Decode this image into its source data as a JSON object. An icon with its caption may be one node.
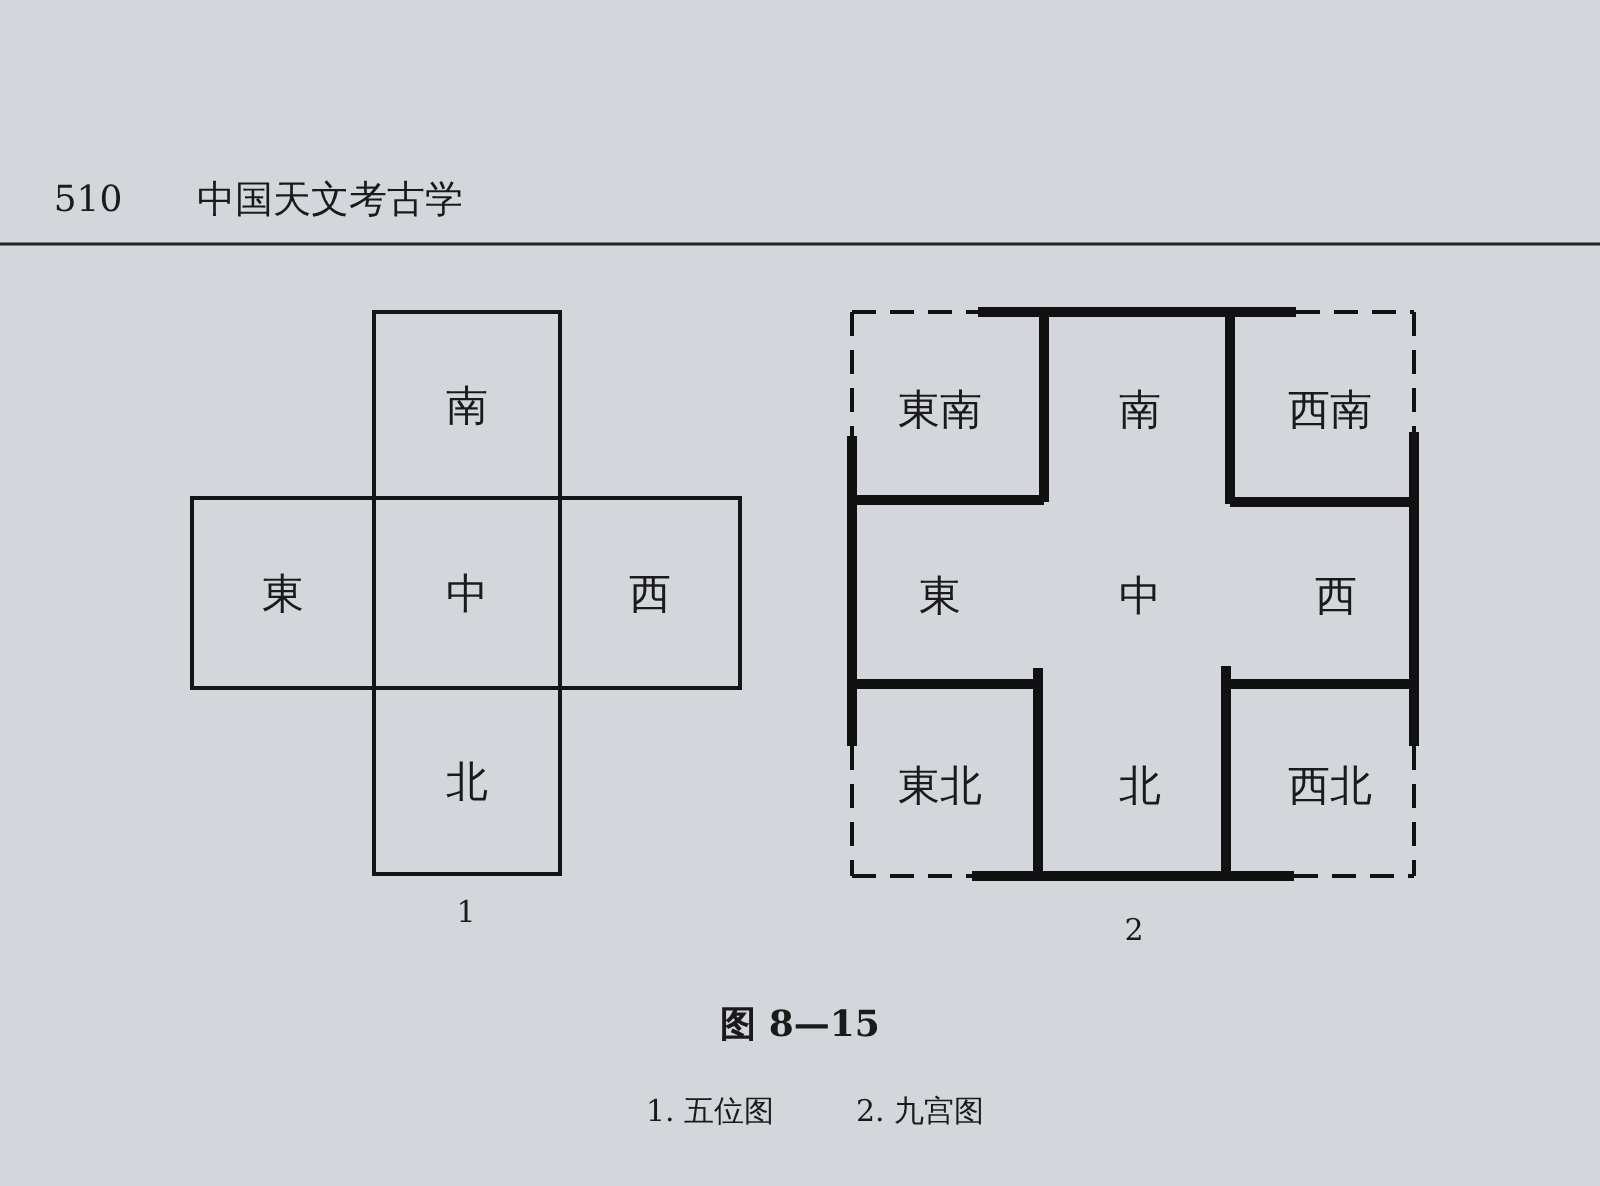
{
  "diagram": {
    "caption": "图 8—15",
    "nodes": [
      {
        "text": [
          "南"
        ]
      },
      {
        "text": [
          "東"
        ]
      },
      {
        "text": [
          "中"
        ]
      },
      {
        "text": [
          "西"
        ]
      },
      {
        "text": [
          "北"
        ]
      },
      {
        "text": [
          "東南"
        ]
      },
      {
        "text": [
          "南"
        ]
      },
      {
        "text": [
          "西南"
        ]
      },
      {
        "text": [
          "東"
        ]
      },
      {
        "text": [
          "中"
        ]
      },
      {
        "text": [
          "西"
        ]
      },
      {
        "text": [
          "東北"
        ]
      },
      {
        "text": [
          "北"
        ]
      },
      {
        "text": [
          "西北"
        ]
      }
    ],
    "labels": [
      "510",
      "中国天文考古学",
      "1",
      "2",
      "1. 五位图",
      "2. 九宫图"
    ]
  }
}
